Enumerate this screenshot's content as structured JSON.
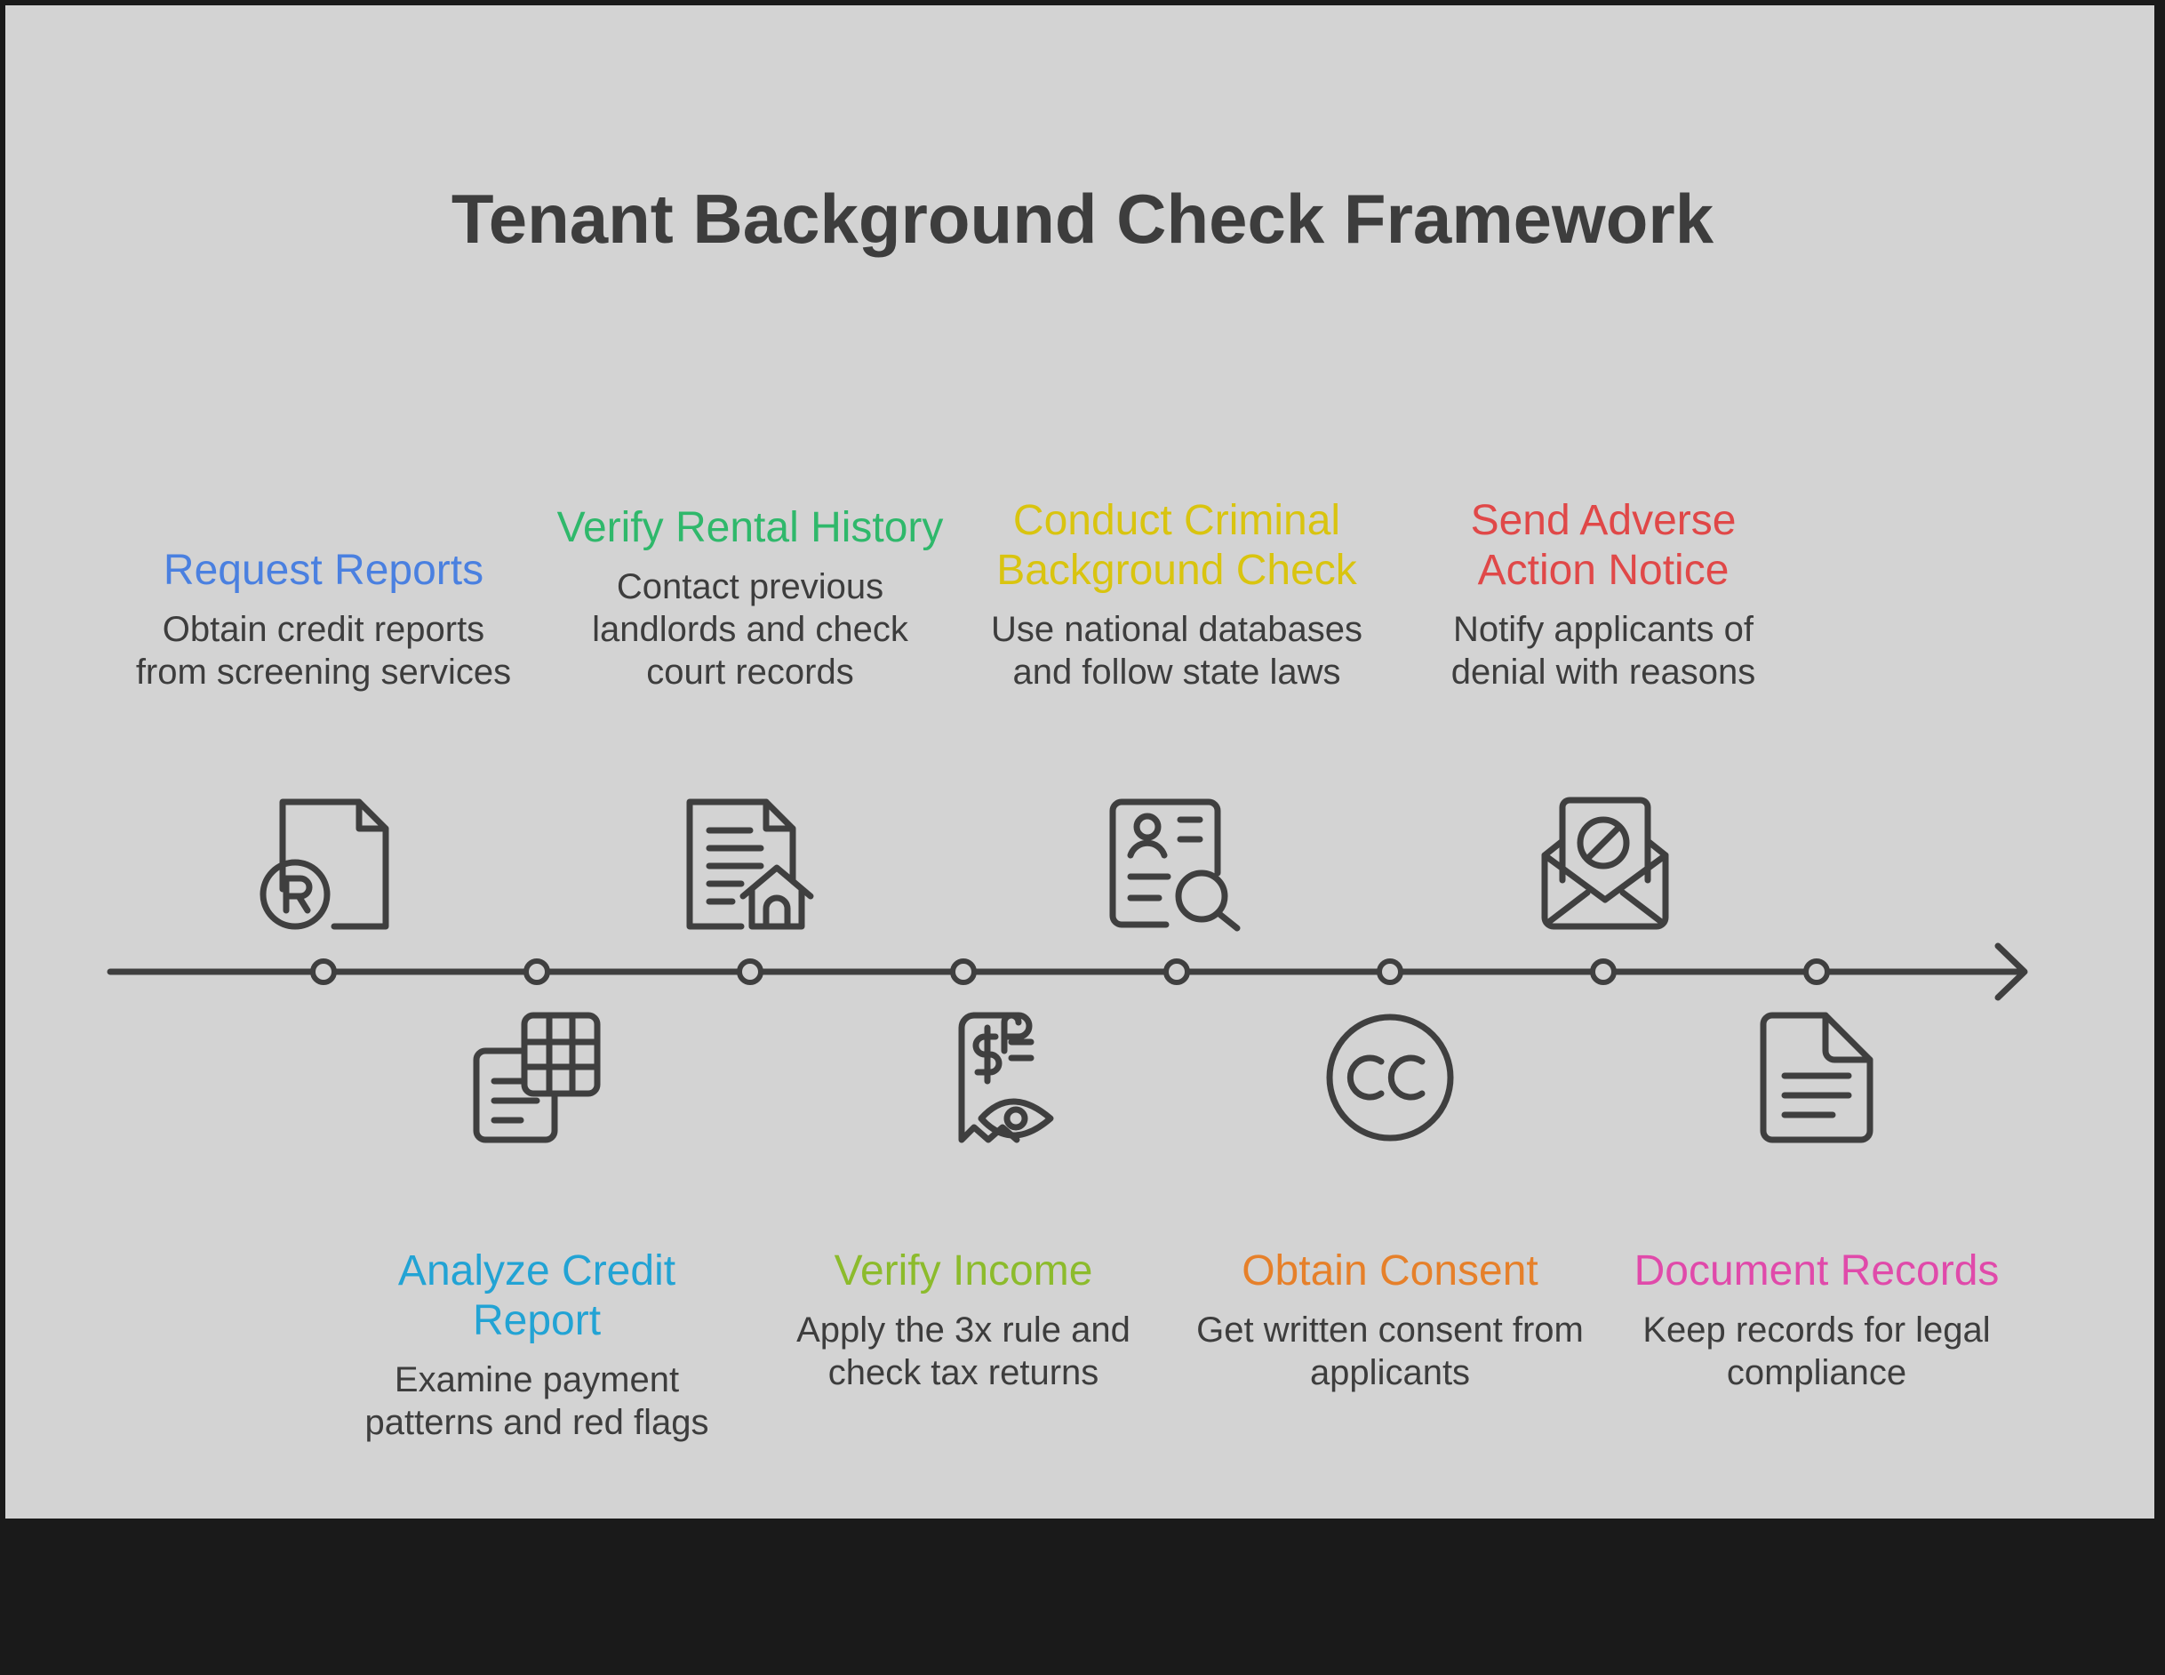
{
  "title": "Tenant Background Check Framework",
  "steps": [
    {
      "title": "Request Reports",
      "desc": "Obtain credit reports from screening services",
      "color": "#4a80e0",
      "icon": "registered-document-icon",
      "position": "top"
    },
    {
      "title": "Analyze Credit Report",
      "desc": "Examine payment patterns and red flags",
      "color": "#22a3d4",
      "icon": "spreadsheet-documents-icon",
      "position": "bottom"
    },
    {
      "title": "Verify Rental History",
      "desc": "Contact previous landlords and check court records",
      "color": "#2fb86b",
      "icon": "house-document-icon",
      "position": "top"
    },
    {
      "title": "Verify Income",
      "desc": "Apply the 3x rule and check tax returns",
      "color": "#8cbb2c",
      "icon": "receipt-eye-icon",
      "position": "bottom"
    },
    {
      "title": "Conduct Criminal Background Check",
      "desc": "Use national databases and follow state laws",
      "color": "#d9c40f",
      "icon": "profile-search-icon",
      "position": "top"
    },
    {
      "title": "Obtain Consent",
      "desc": "Get written consent from applicants",
      "color": "#e6802a",
      "icon": "creative-commons-icon",
      "position": "bottom"
    },
    {
      "title": "Send Adverse Action Notice",
      "desc": "Notify applicants of denial with reasons",
      "color": "#e04848",
      "icon": "prohibited-envelope-icon",
      "position": "top"
    },
    {
      "title": "Document Records",
      "desc": "Keep records for legal compliance",
      "color": "#e04aaa",
      "icon": "document-icon",
      "position": "bottom"
    }
  ]
}
